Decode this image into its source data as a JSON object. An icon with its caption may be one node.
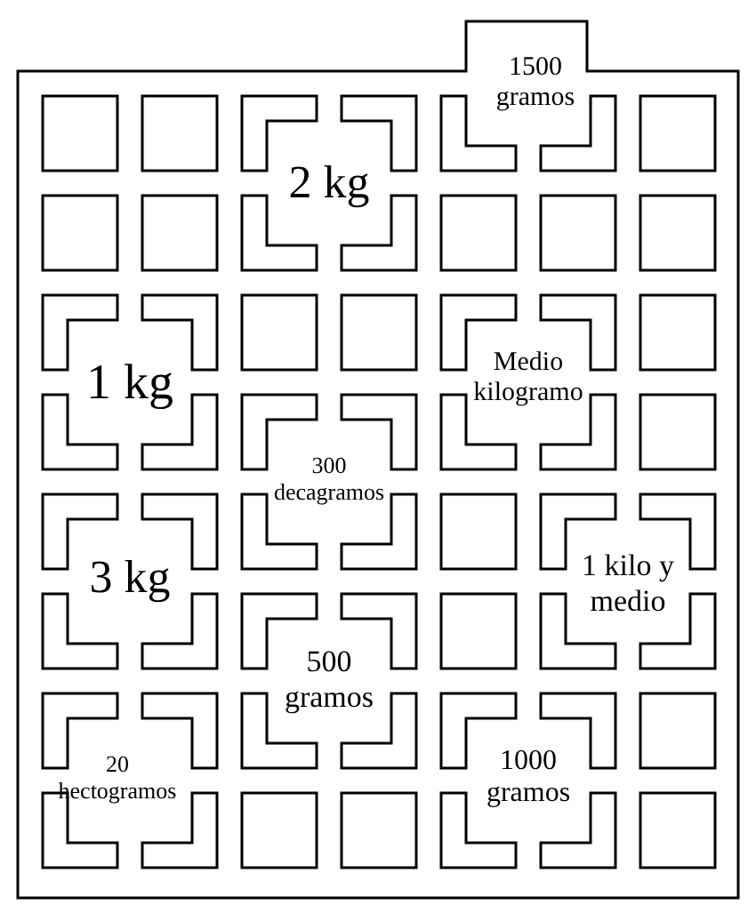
{
  "diagram": {
    "labels": [
      "1500 gramos",
      "2 kg",
      "1 kg",
      "Medio kilogramo",
      "300 decagramos",
      "3 kg",
      "1 kilo y medio",
      "500 gramos",
      "20 hectogramos",
      "1000 gramos"
    ]
  }
}
